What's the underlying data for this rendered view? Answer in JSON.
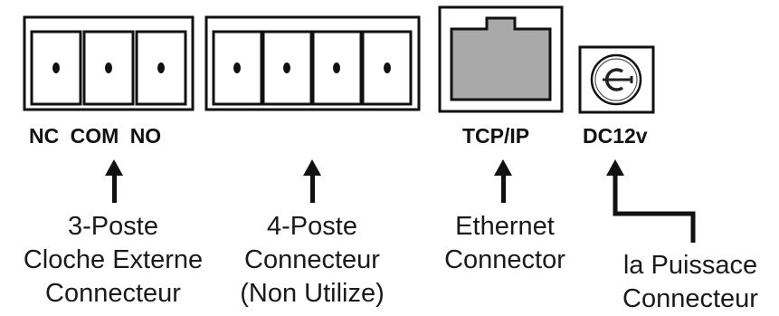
{
  "ports": {
    "relay_3pin": {
      "pin_labels": [
        "NC",
        "COM",
        "NO"
      ]
    },
    "tcpip": {
      "label": "TCP/IP"
    },
    "dc": {
      "label": "DC12v"
    }
  },
  "captions": {
    "relay_3pin": [
      "3-Poste",
      "Cloche Externe",
      "Connecteur"
    ],
    "block_4pin": [
      "4-Poste",
      "Connecteur",
      "(Non Utilize)"
    ],
    "ethernet": [
      "Ethernet",
      "Connector"
    ],
    "power": [
      "la Puissace",
      "Connecteur"
    ]
  },
  "icons": [
    "terminal-block-3-icon",
    "terminal-block-4-icon",
    "rj45-jack-icon",
    "dc-barrel-jack-icon",
    "arrow-up-icon"
  ]
}
